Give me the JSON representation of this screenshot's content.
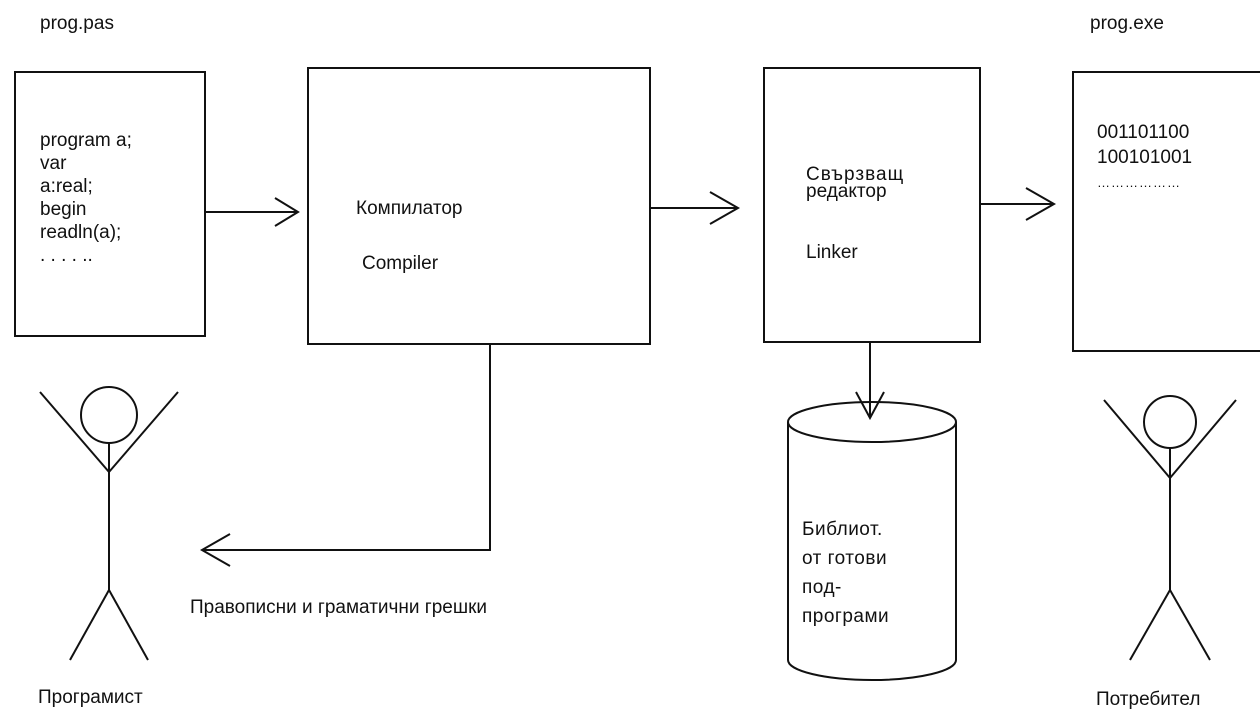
{
  "source": {
    "filename": "prog.pas",
    "code_lines": [
      "program a;",
      "var",
      "a:real;",
      "begin",
      "readln(a);",
      ". . . . .."
    ]
  },
  "compiler": {
    "label_bg": "Компилатор",
    "label_en": "Compiler"
  },
  "linker": {
    "label_bg_line1": "Свързващ",
    "label_bg_line2": "редактор",
    "label_en": "Linker"
  },
  "output": {
    "filename": "prog.exe",
    "lines": [
      "001101100",
      "100101001",
      "………………"
    ]
  },
  "library": {
    "lines": [
      "Библиот.",
      "от готови",
      "под-",
      "програми"
    ]
  },
  "errors_label": "Правописни и граматични грешки",
  "programmer_label": "Програмист",
  "user_label": "Потребител"
}
